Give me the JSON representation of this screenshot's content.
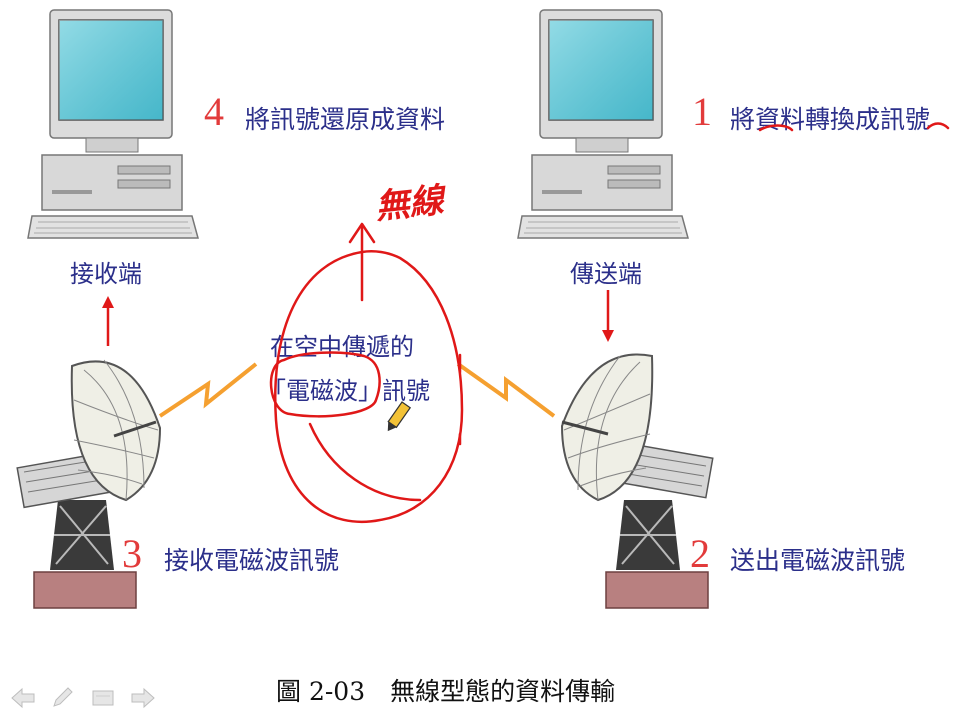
{
  "steps": {
    "step1": {
      "number": "1",
      "text": "將資料轉換成訊號"
    },
    "step2": {
      "number": "2",
      "text": "送出電磁波訊號"
    },
    "step3": {
      "number": "3",
      "text": "接收電磁波訊號"
    },
    "step4": {
      "number": "4",
      "text": "將訊號還原成資料"
    }
  },
  "roles": {
    "receiver": "接收端",
    "sender": "傳送端"
  },
  "center": {
    "line1": "在空中傳遞的",
    "line2": "「電磁波」訊號"
  },
  "handwritten_note": "無線",
  "caption": "圖 2-03　無線型態的資料傳輸",
  "colors": {
    "text": "#2b2f8a",
    "number": "#e23b3b",
    "ink": "#e01818",
    "signal": "#f5a030"
  },
  "nav": [
    "prev-arrow-icon",
    "pen-icon",
    "slide-menu-icon",
    "next-arrow-icon"
  ]
}
